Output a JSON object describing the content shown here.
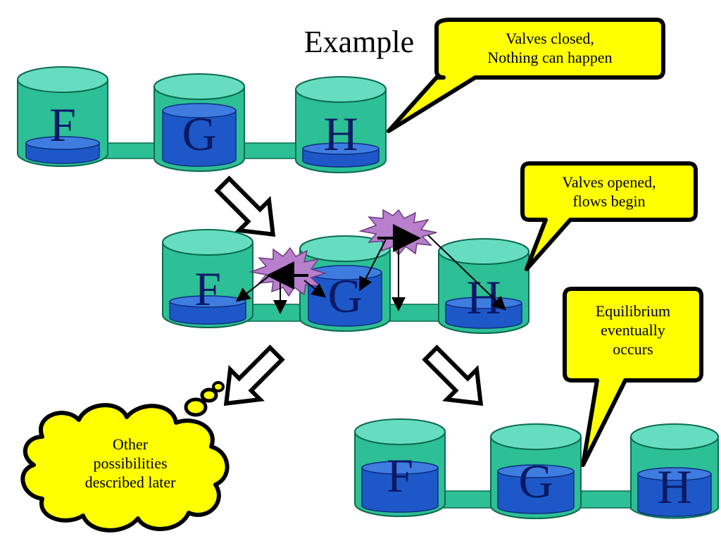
{
  "title": "Example",
  "callouts": {
    "closed": [
      "Valves closed,",
      "Nothing can happen"
    ],
    "opened": [
      "Valves opened,",
      "flows begin"
    ],
    "equilibrium": [
      "Equilibrium",
      "eventually",
      "occurs"
    ],
    "cloud": [
      "Other",
      "possibilities",
      "described later"
    ]
  },
  "tank_labels": [
    "F",
    "G",
    "H"
  ],
  "colors": {
    "tank_body": "#2DBF95",
    "tank_top": "#66DDC0",
    "water": "#1E58C8",
    "water_top": "#3E7CE0",
    "pipe": "#2DBF95",
    "callout_fill": "#FFFF00",
    "starburst": "#B77FCC",
    "letter": "#0A1A66"
  }
}
